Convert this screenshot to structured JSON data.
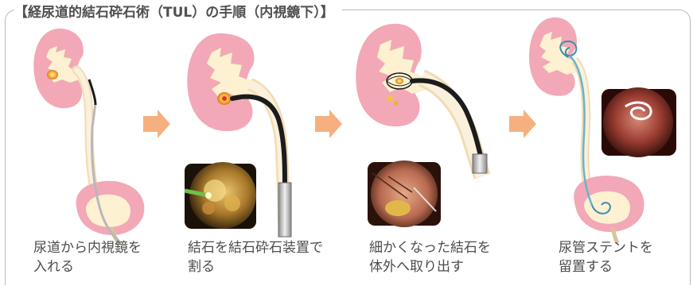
{
  "title": "【経尿道的結石砕石術（TUL）の手順（内視鏡下）】",
  "steps": [
    {
      "line1": "尿道から内視鏡を",
      "line2": "入れる"
    },
    {
      "line1": "結石を結石砕石装置で",
      "line2": "割る"
    },
    {
      "line1": "細かくなった結石を",
      "line2": "体外へ取り出す"
    },
    {
      "line1": "尿管ステントを",
      "line2": "留置する"
    }
  ],
  "colors": {
    "kidney": "#f2a8b6",
    "ureter": "#f7e3c2",
    "arrow": "#f6b07f",
    "scope": "#1c1c1c",
    "stent": "#6ab3c9"
  }
}
